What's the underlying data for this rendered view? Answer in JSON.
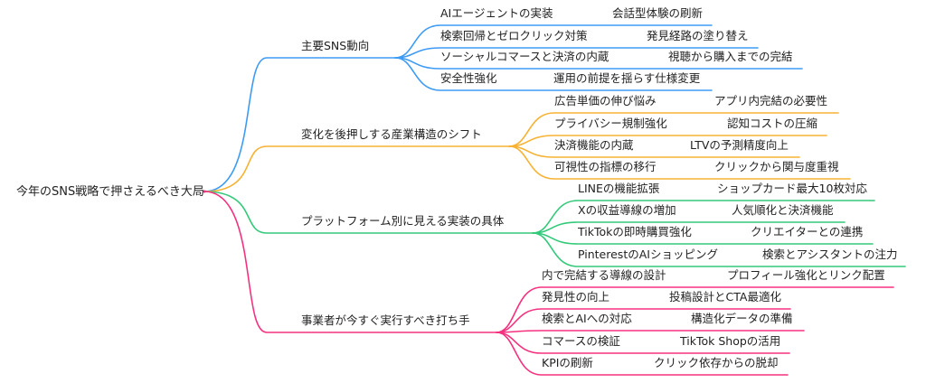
{
  "root": {
    "label": "今年のSNS戦略で押さえるべき大局"
  },
  "branches": [
    {
      "label": "主要SNS動向",
      "color": "#3d9bf5",
      "children": [
        {
          "label": "AIエージェントの実装",
          "detail": "会話型体験の刷新"
        },
        {
          "label": "検索回帰とゼロクリック対策",
          "detail": "発見経路の塗り替え"
        },
        {
          "label": "ソーシャルコマースと決済の内蔵",
          "detail": "視聴から購入までの完結"
        },
        {
          "label": "安全性強化",
          "detail": "運用の前提を揺らす仕様変更"
        }
      ]
    },
    {
      "label": "変化を後押しする産業構造のシフト",
      "color": "#f7b233",
      "children": [
        {
          "label": "広告単価の伸び悩み",
          "detail": "アプリ内完結の必要性"
        },
        {
          "label": "プライバシー規制強化",
          "detail": "認知コストの圧縮"
        },
        {
          "label": "決済機能の内蔵",
          "detail": "LTVの予測精度向上"
        },
        {
          "label": "可視性の指標の移行",
          "detail": "クリックから関与度重視"
        }
      ]
    },
    {
      "label": "プラットフォーム別に見える実装の具体",
      "color": "#33c97a",
      "children": [
        {
          "label": "LINEの機能拡張",
          "detail": "ショップカード最大10枚対応"
        },
        {
          "label": "Xの収益導線の増加",
          "detail": "人気順化と決済機能"
        },
        {
          "label": "TikTokの即時購買強化",
          "detail": "クリエイターとの連携"
        },
        {
          "label": "PinterestのAIショッピング",
          "detail": "検索とアシスタントの注力"
        }
      ]
    },
    {
      "label": "事業者が今すぐ実行すべき打ち手",
      "color": "#f5317f",
      "children": [
        {
          "label": "内で完結する導線の設計",
          "detail": "プロフィール強化とリンク配置"
        },
        {
          "label": "発見性の向上",
          "detail": "投稿設計とCTA最適化"
        },
        {
          "label": "検索とAIへの対応",
          "detail": "構造化データの準備"
        },
        {
          "label": "コマースの検証",
          "detail": "TikTok Shopの活用"
        },
        {
          "label": "KPIの刷新",
          "detail": "クリック依存からの脱却"
        }
      ]
    }
  ]
}
